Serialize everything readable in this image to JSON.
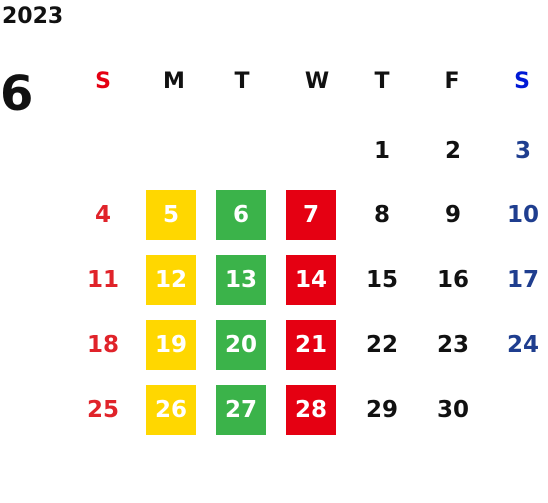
{
  "calendar": {
    "year": "2023",
    "month": "6",
    "weekdays": [
      "S",
      "M",
      "T",
      "W",
      "T",
      "F",
      "S"
    ],
    "colors": {
      "text": "#111111",
      "sunday_header": "#e50012",
      "saturday_header": "#0019d6",
      "sunday_dates": "#e0232a",
      "saturday_dates": "#1f3e8f",
      "monday_highlight": "#ffd700",
      "tuesday_highlight": "#3bb34a",
      "wednesday_highlight": "#e50012",
      "highlight_text": "#ffffff"
    },
    "weeks": [
      [
        "",
        "",
        "",
        "",
        "1",
        "2",
        "3"
      ],
      [
        "4",
        "5",
        "6",
        "7",
        "8",
        "9",
        "10"
      ],
      [
        "11",
        "12",
        "13",
        "14",
        "15",
        "16",
        "17"
      ],
      [
        "18",
        "19",
        "20",
        "21",
        "22",
        "23",
        "24"
      ],
      [
        "25",
        "26",
        "27",
        "28",
        "29",
        "30",
        ""
      ]
    ]
  }
}
